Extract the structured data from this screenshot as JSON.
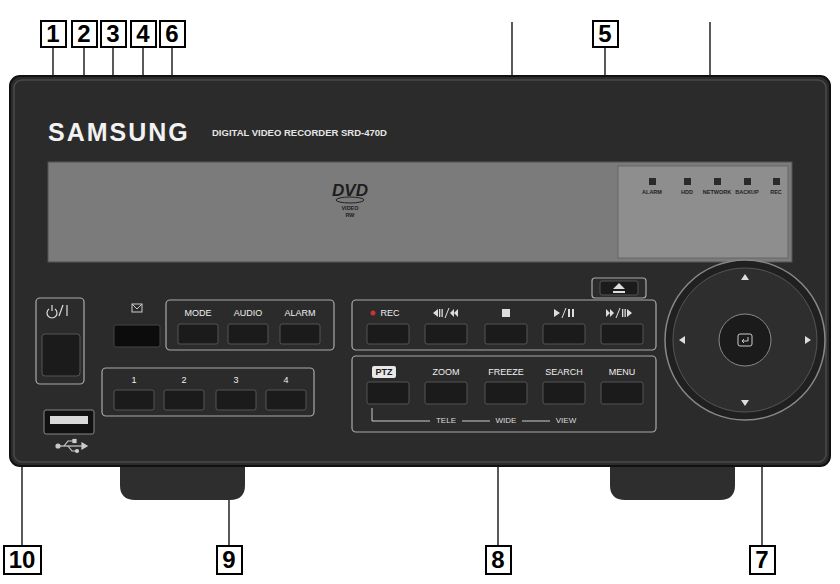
{
  "diagram": {
    "nodes": [
      {
        "text": [
          "1"
        ]
      },
      {
        "text": [
          "2"
        ]
      },
      {
        "text": [
          "3"
        ]
      },
      {
        "text": [
          "4"
        ]
      },
      {
        "text": [
          "6"
        ]
      },
      {
        "text": [
          "5"
        ]
      },
      {
        "text": [
          "PTZ"
        ]
      },
      {
        "text": [
          "10"
        ]
      },
      {
        "text": [
          "9"
        ]
      },
      {
        "text": [
          "8"
        ]
      },
      {
        "text": [
          "7"
        ]
      }
    ],
    "labels": [
      "SAMSUNG",
      "DIGITAL VIDEO RECORDER SRD-470D",
      "DVD",
      "VIDEO",
      "RW",
      "ALARM",
      "HDD",
      "NETWORK",
      "BACKUP",
      "REC",
      "MODE",
      "AUDIO",
      "ALARM",
      "REC",
      "ZOOM",
      "FREEZE",
      "SEARCH",
      "MENU",
      "1",
      "2",
      "3",
      "4",
      "TELE",
      "WIDE",
      "VIEW"
    ]
  }
}
